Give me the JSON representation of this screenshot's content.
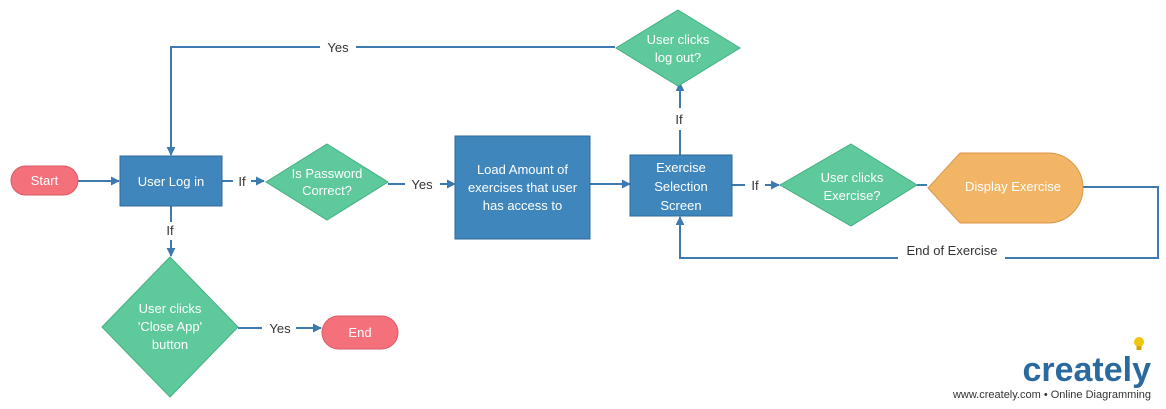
{
  "colors": {
    "edge": "#3d7ab0",
    "process": "#3f86bd",
    "process_border": "#2f6a98",
    "decision": "#5ec99b",
    "decision_border": "#44b084",
    "terminal": "#f4707b",
    "terminal_border": "#d85b66",
    "display": "#f2b565",
    "display_border": "#d9974a",
    "brand_text": "#2b6a9e",
    "brand_bulb": "#f1c40f"
  },
  "nodes": {
    "start": "Start",
    "login": "User Log in",
    "password": [
      "Is Password",
      "Correct?"
    ],
    "load": [
      "Load Amount of",
      "exercises that user",
      "has access to"
    ],
    "selection": [
      "Exercise",
      "Selection",
      "Screen"
    ],
    "logout": [
      "User clicks",
      "log out?"
    ],
    "clicks_exercise": [
      "User clicks",
      "Exercise?"
    ],
    "display": "Display Exercise",
    "close_app": [
      "User clicks",
      "'Close App'",
      "button"
    ],
    "end": "End"
  },
  "edges": {
    "yes_top": "Yes",
    "if_login": "If",
    "yes_password": "Yes",
    "if_selection_up": "If",
    "if_selection_right": "If",
    "end_of_exercise": "End of Exercise",
    "if_login_down": "If",
    "yes_close": "Yes"
  },
  "branding": {
    "logo_text": "creately",
    "tagline": "www.creately.com • Online Diagramming",
    "icon": "lightbulb-icon"
  }
}
